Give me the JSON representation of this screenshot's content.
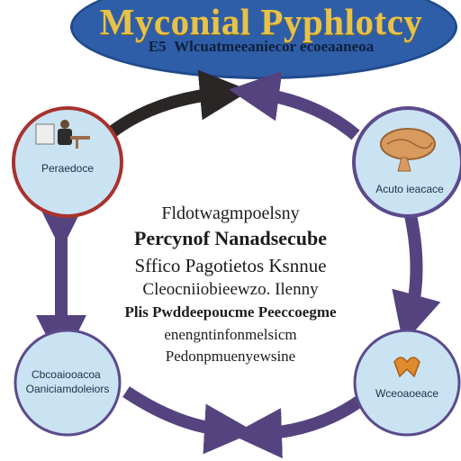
{
  "title": {
    "main": "Myconial Pyphlotcy",
    "subtitle": "E5  Wlcuatmeeaniecor ecoeaaneoa"
  },
  "nodes": [
    {
      "id": "top-left",
      "label": "Peraedoce"
    },
    {
      "id": "top-right",
      "label": "Acuto ieacace"
    },
    {
      "id": "bottom-left",
      "label": "Cbcoaiooacoa\nOaniciamdoleiors"
    },
    {
      "id": "bottom-right",
      "label": "Wceoaoeace"
    }
  ],
  "center_text": [
    "Fldotwagmpoelsny",
    "Percynof Nanadsecube",
    "Sffico Pagotietos Ksnnue",
    "Cleocniiobieewzo. Ilenny",
    "Plis Pwddeepoucme Peeccoegme",
    "enengntinfonmelsicm",
    "Pedonpmuenyewsine"
  ],
  "colors": {
    "title_fill": "#2f5ea8",
    "title_text": "#e7c24a",
    "node_fill": "#c9e3f3",
    "node_border_red": "#a8322e",
    "node_border_purple": "#5b4a8c",
    "arrow_dark": "#2b2626",
    "arrow_purple": "#55437f"
  },
  "icons": {
    "top_left": "person-at-desk-icon",
    "top_right": "brain-model-icon",
    "bottom_right": "brain-icon"
  }
}
